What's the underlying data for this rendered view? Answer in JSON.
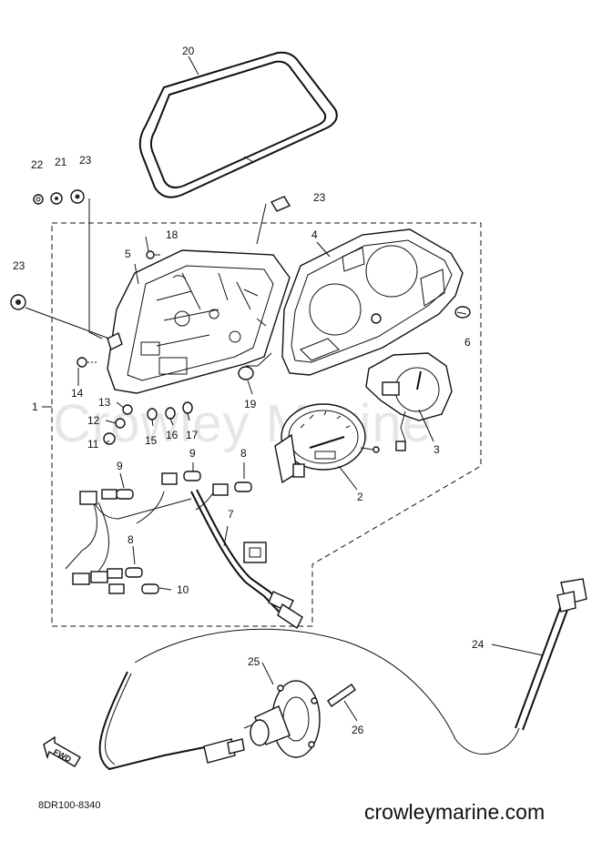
{
  "watermark": "Crowley Marine",
  "diagram_code": "8DR100-8340",
  "site_text": "crowleymarine.com",
  "direction_label": "FWD",
  "callouts": {
    "c1": "1",
    "c2": "2",
    "c3": "3",
    "c4": "4",
    "c5": "5",
    "c6": "6",
    "c7": "7",
    "c8a": "8",
    "c8b": "8",
    "c9a": "9",
    "c9b": "9",
    "c10": "10",
    "c11": "11",
    "c12": "12",
    "c13": "13",
    "c14": "14",
    "c15": "15",
    "c16": "16",
    "c17": "17",
    "c18": "18",
    "c19": "19",
    "c20": "20",
    "c21": "21",
    "c22": "22",
    "c23a": "23",
    "c23b": "23",
    "c23c": "23",
    "c24": "24",
    "c25": "25",
    "c26": "26"
  }
}
